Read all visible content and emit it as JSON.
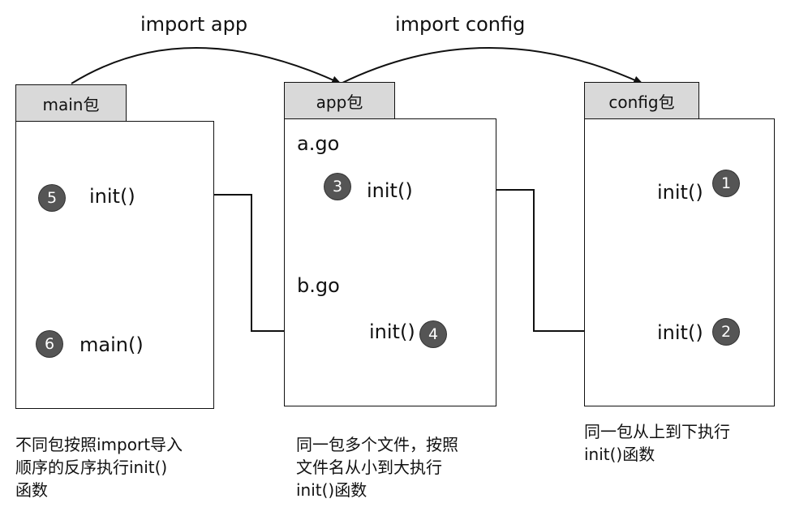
{
  "imports": {
    "app_label": "import app",
    "config_label": "import config"
  },
  "packages": {
    "main": {
      "tab": "main包",
      "items": [
        {
          "step": "5",
          "func": "init()"
        },
        {
          "step": "6",
          "func": "main()"
        }
      ]
    },
    "app": {
      "tab": "app包",
      "file_a": "a.go",
      "file_b": "b.go",
      "items": [
        {
          "step": "3",
          "func": "init()"
        },
        {
          "step": "4",
          "func": "init()"
        }
      ]
    },
    "config": {
      "tab": "config包",
      "items": [
        {
          "step": "1",
          "func": "init()"
        },
        {
          "step": "2",
          "func": "init()"
        }
      ]
    }
  },
  "notes": {
    "main": [
      "不同包按照import导入",
      "顺序的反序执行init()",
      "函数"
    ],
    "app": [
      "同一包多个文件，按照",
      "文件名从小到大执行",
      "init()函数"
    ],
    "config": [
      "同一包从上到下执行",
      "init()函数"
    ]
  },
  "colors": {
    "tab_fill": "#d9d9d9",
    "step_circle": "#555555",
    "line": "#111111"
  }
}
